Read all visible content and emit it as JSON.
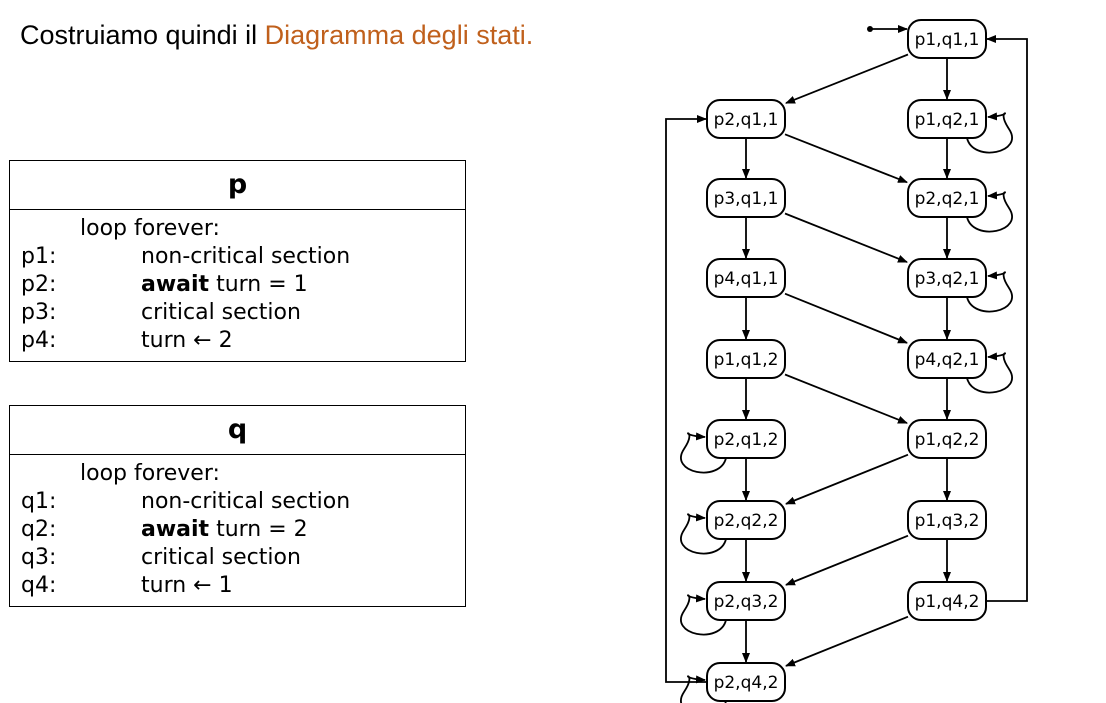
{
  "heading": {
    "prefix": "Costruiamo quindi il ",
    "highlight": "Diagramma degli stati.",
    "highlight_color": "#c0601c"
  },
  "process_p": {
    "name": "p",
    "loop": "loop forever:",
    "lines": [
      {
        "label": "p1:",
        "code": "non-critical section"
      },
      {
        "label": "p2:",
        "keyword": "await",
        "code": " turn = 1"
      },
      {
        "label": "p3:",
        "code": "critical section"
      },
      {
        "label": "p4:",
        "code": "turn ← 2"
      }
    ]
  },
  "process_q": {
    "name": "q",
    "loop": "loop forever:",
    "lines": [
      {
        "label": "q1:",
        "code": "non-critical section"
      },
      {
        "label": "q2:",
        "keyword": "await",
        "code": " turn = 2"
      },
      {
        "label": "q3:",
        "code": "critical section"
      },
      {
        "label": "q4:",
        "code": "turn ← 1"
      }
    ]
  },
  "state_diagram": {
    "initial": "p1q1_1",
    "nodes": [
      {
        "id": "p1q1_1",
        "label": "p1,q1,1"
      },
      {
        "id": "p2q1_1",
        "label": "p2,q1,1"
      },
      {
        "id": "p1q2_1",
        "label": "p1,q2,1"
      },
      {
        "id": "p3q1_1",
        "label": "p3,q1,1"
      },
      {
        "id": "p2q2_1",
        "label": "p2,q2,1"
      },
      {
        "id": "p4q1_1",
        "label": "p4,q1,1"
      },
      {
        "id": "p3q2_1",
        "label": "p3,q2,1"
      },
      {
        "id": "p1q1_2",
        "label": "p1,q1,2"
      },
      {
        "id": "p4q2_1",
        "label": "p4,q2,1"
      },
      {
        "id": "p2q1_2",
        "label": "p2,q1,2"
      },
      {
        "id": "p1q2_2",
        "label": "p1,q2,2"
      },
      {
        "id": "p2q2_2",
        "label": "p2,q2,2"
      },
      {
        "id": "p1q3_2",
        "label": "p1,q3,2"
      },
      {
        "id": "p2q3_2",
        "label": "p2,q3,2"
      },
      {
        "id": "p1q4_2",
        "label": "p1,q4,2"
      },
      {
        "id": "p2q4_2",
        "label": "p2,q4,2"
      }
    ],
    "edges": [
      [
        "p1q1_1",
        "p2q1_1"
      ],
      [
        "p1q1_1",
        "p1q2_1"
      ],
      [
        "p2q1_1",
        "p3q1_1"
      ],
      [
        "p2q1_1",
        "p2q2_1"
      ],
      [
        "p1q2_1",
        "p2q2_1"
      ],
      [
        "p1q2_1",
        "p1q2_1"
      ],
      [
        "p3q1_1",
        "p4q1_1"
      ],
      [
        "p3q1_1",
        "p3q2_1"
      ],
      [
        "p2q2_1",
        "p3q2_1"
      ],
      [
        "p2q2_1",
        "p2q2_1"
      ],
      [
        "p4q1_1",
        "p1q1_2"
      ],
      [
        "p4q1_1",
        "p4q2_1"
      ],
      [
        "p3q2_1",
        "p4q2_1"
      ],
      [
        "p3q2_1",
        "p3q2_1"
      ],
      [
        "p1q1_2",
        "p2q1_2"
      ],
      [
        "p1q1_2",
        "p1q2_2"
      ],
      [
        "p4q2_1",
        "p1q2_2"
      ],
      [
        "p4q2_1",
        "p4q2_1"
      ],
      [
        "p2q1_2",
        "p2q2_2"
      ],
      [
        "p2q1_2",
        "p2q1_2"
      ],
      [
        "p1q2_2",
        "p2q2_2"
      ],
      [
        "p1q2_2",
        "p1q3_2"
      ],
      [
        "p2q2_2",
        "p2q3_2"
      ],
      [
        "p2q2_2",
        "p2q2_2"
      ],
      [
        "p1q3_2",
        "p2q3_2"
      ],
      [
        "p1q3_2",
        "p1q4_2"
      ],
      [
        "p2q3_2",
        "p2q4_2"
      ],
      [
        "p2q3_2",
        "p2q3_2"
      ],
      [
        "p1q4_2",
        "p2q4_2"
      ],
      [
        "p1q4_2",
        "p1q1_1"
      ],
      [
        "p2q4_2",
        "p2q1_1"
      ],
      [
        "p2q4_2",
        "p2q4_2"
      ]
    ]
  }
}
